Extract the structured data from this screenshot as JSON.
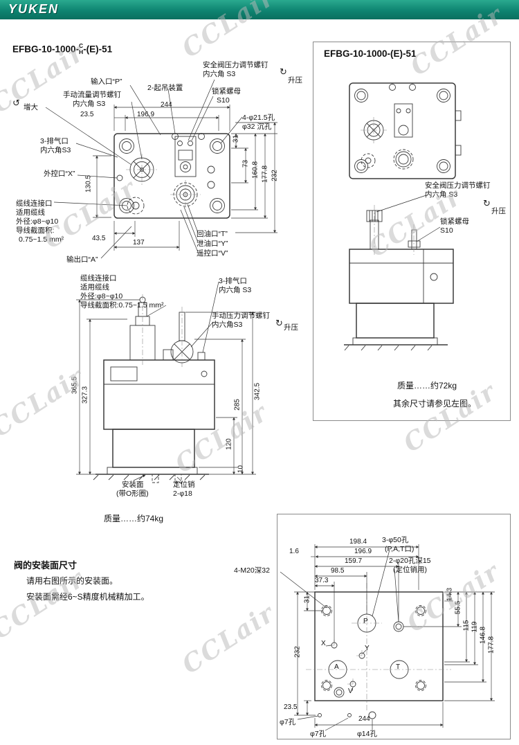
{
  "header": {
    "brand": "YUKEN"
  },
  "watermark": {
    "text": "CCLair"
  },
  "icons": {
    "cw": "↻",
    "ccw": "↺"
  },
  "left": {
    "title_prefix": "EFBG-10-1000-",
    "title_top": "C",
    "title_bottom": "H",
    "title_suffix": "-(E)-51",
    "top": {
      "safety1": "安全阀压力调节螺钉",
      "safety2": "内六角 S3",
      "rise": "升压",
      "inlet": "输入口“P”",
      "lifting": "2-起吊装置",
      "locknut1": "锁紧螺母",
      "locknut2": "S10",
      "flow1": "手动流量调节螺钉",
      "flow2": "内六角 S3",
      "increase": "增大",
      "d23_5": "23.5",
      "d244": "244",
      "d196_9": "196.9",
      "holes1": "4-φ21.5孔",
      "holes2": "φ32 沉孔",
      "d31": "31",
      "vent1": "3-排气口",
      "vent2": "内六角S3",
      "d73": "73",
      "xport": "外控口“X”",
      "d130_5": "130.5",
      "d160_8": "160.8",
      "d177_8": "177.8",
      "d232": "232",
      "cable1": "缆线连接口",
      "cable2": "适用缆线",
      "cable3": "外径:φ8~φ10",
      "cable4": "导线截面积:",
      "cable5": "0.75~1.5 mm²",
      "d43_5": "43.5",
      "d137": "137",
      "tport": "回油口“T”",
      "yport": "泄油口“Y”",
      "vport": "遥控口“V”",
      "aport": "输出口“A”"
    },
    "front": {
      "cable1": "缆线连接口",
      "cable2": "适用缆线",
      "cable3": "外径:φ8~φ10",
      "cable4": "导线截面积:0.75~1.5 mm²",
      "vent1": "3-排气口",
      "vent2": "内六角 S3",
      "press1": "手动压力调节螺钉",
      "press2": "内六角S3",
      "rise": "升压",
      "d365_5": "365.5",
      "d327_3": "327.3",
      "d342_5": "342.5",
      "d285": "285",
      "d120": "120",
      "d10": "10",
      "mount1": "安装面",
      "mount2": "(带O形圈)",
      "pin1": "定位销",
      "pin2": "2-φ18",
      "mass": "质量……约74kg"
    }
  },
  "right": {
    "title": "EFBG-10-1000-(E)-51",
    "safety1": "安全阀压力调节螺钉",
    "safety2": "内六角 S3",
    "rise": "升压",
    "locknut1": "锁紧螺母",
    "locknut2": "S10",
    "mass": "质量……约72kg",
    "note": "其余尺寸请参见左图。"
  },
  "bottom": {
    "heading": "阀的安装面尺寸",
    "line1": "请用右图所示的安装面。",
    "line2": "安装面需经6~S精度机械精加工。",
    "d198_4": "198.4",
    "d1_6": "1.6",
    "d196_9": "196.9",
    "d159_7": "159.7",
    "d98_5": "98.5",
    "d37_3": "37.3",
    "pat1": "3-φ50孔",
    "pat2": "(P,A,T口)",
    "dowel1": "2-φ20孔深15",
    "dowel2": "(定位销用)",
    "m20": "4-M20深32",
    "d31": "31",
    "d232": "232",
    "d23_5": "23.5",
    "d14_3": "14.3",
    "d55_5": "55.5",
    "d115": "115",
    "d119": "119",
    "d146_8": "146.8",
    "d177_8": "177.8",
    "d244": "244",
    "phi7a": "φ7孔",
    "phi7b": "φ7孔",
    "phi14": "φ14孔",
    "pP": "P",
    "pX": "X",
    "pY": "Y",
    "pA": "A",
    "pV": "V",
    "pT": "T"
  }
}
